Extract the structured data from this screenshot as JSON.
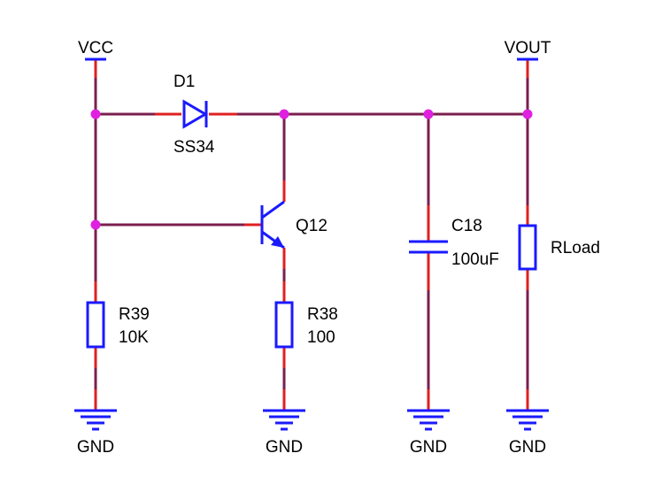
{
  "nets": {
    "vcc": "VCC",
    "vout": "VOUT",
    "gnd": "GND"
  },
  "components": {
    "d1": {
      "ref": "D1",
      "value": "SS34"
    },
    "q12": {
      "ref": "Q12"
    },
    "r39": {
      "ref": "R39",
      "value": "10K"
    },
    "r38": {
      "ref": "R38",
      "value": "100"
    },
    "c18": {
      "ref": "C18",
      "value": "100uF"
    },
    "rload": {
      "ref": "RLoad"
    }
  },
  "colors": {
    "wire": "#7a1f4e",
    "pin": "#e02020",
    "symbol": "#1a1aff",
    "junction": "#e020e0",
    "background": "#ffffff"
  }
}
